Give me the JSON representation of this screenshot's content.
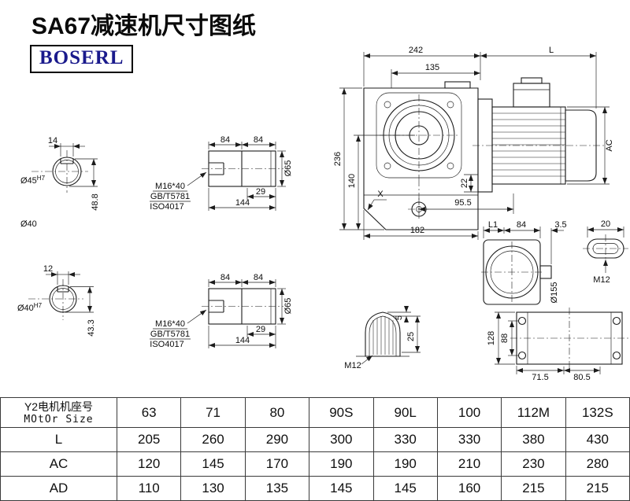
{
  "page": {
    "title": "SA67减速机尺寸图纸",
    "logo": "BOSERL"
  },
  "dims": {
    "end1": {
      "w": "14",
      "dia": "Ø45",
      "tol": "H7",
      "h": "48.8"
    },
    "label_d40": "Ø40",
    "end2": {
      "w": "12",
      "dia": "Ø40",
      "tol": "H7",
      "h": "43.3"
    },
    "shaft1": {
      "a": "84",
      "b": "84",
      "c": "29",
      "total": "144",
      "dia": "Ø65",
      "thread": "M16*40",
      "std1": "GB/T5781",
      "std2": "ISO4017"
    },
    "shaft2": {
      "a": "84",
      "b": "84",
      "c": "29",
      "total": "144",
      "dia": "Ø65",
      "thread": "M16*40",
      "std1": "GB/T5781",
      "std2": "ISO4017"
    },
    "main": {
      "w242": "242",
      "L": "L",
      "w135": "135",
      "h236": "236",
      "h140": "140",
      "h22": "22",
      "w955": "95.5",
      "w182": "182",
      "x": "X",
      "ac": "AC"
    },
    "side": {
      "l1": "L1",
      "w84": "84",
      "w35": "3.5",
      "w20": "20",
      "dia155": "Ø155",
      "m12": "M12"
    },
    "bottom": {
      "h128": "128",
      "h88": "88",
      "w715": "71.5",
      "w805": "80.5"
    },
    "key": {
      "d5": "5",
      "d25": "25",
      "m12": "M12"
    }
  },
  "table": {
    "header": {
      "label_line1": "Y2电机机座号",
      "label_line2": "MOtOr Size",
      "sizes": [
        "63",
        "71",
        "80",
        "90S",
        "90L",
        "100",
        "112M",
        "132S"
      ]
    },
    "rows": [
      {
        "label": "L",
        "values": [
          "205",
          "260",
          "290",
          "300",
          "330",
          "330",
          "380",
          "430"
        ]
      },
      {
        "label": "AC",
        "values": [
          "120",
          "145",
          "170",
          "190",
          "190",
          "210",
          "230",
          "280"
        ]
      },
      {
        "label": "AD",
        "values": [
          "110",
          "130",
          "135",
          "145",
          "145",
          "160",
          "215",
          "215"
        ]
      }
    ]
  }
}
